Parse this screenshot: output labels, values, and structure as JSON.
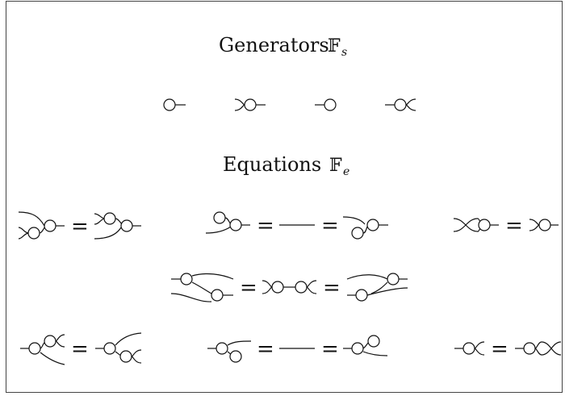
{
  "generators": {
    "heading": "Generators",
    "symbol": "𝔽",
    "subscript": "s",
    "items": [
      "unit",
      "multiplication",
      "counit",
      "comultiplication"
    ]
  },
  "equations": {
    "heading": "Equations",
    "symbol": "𝔽",
    "subscript": "e",
    "equals_sign": "=",
    "rows": [
      {
        "equations": [
          "associativity",
          "unitality",
          "commutativity"
        ]
      },
      {
        "equations": [
          "frobenius"
        ]
      },
      {
        "equations": [
          "coassociativity",
          "counitality",
          "cocommutativity"
        ]
      }
    ]
  },
  "colors": {
    "stroke": "#111111",
    "frame": "#444444",
    "background": "#ffffff"
  }
}
